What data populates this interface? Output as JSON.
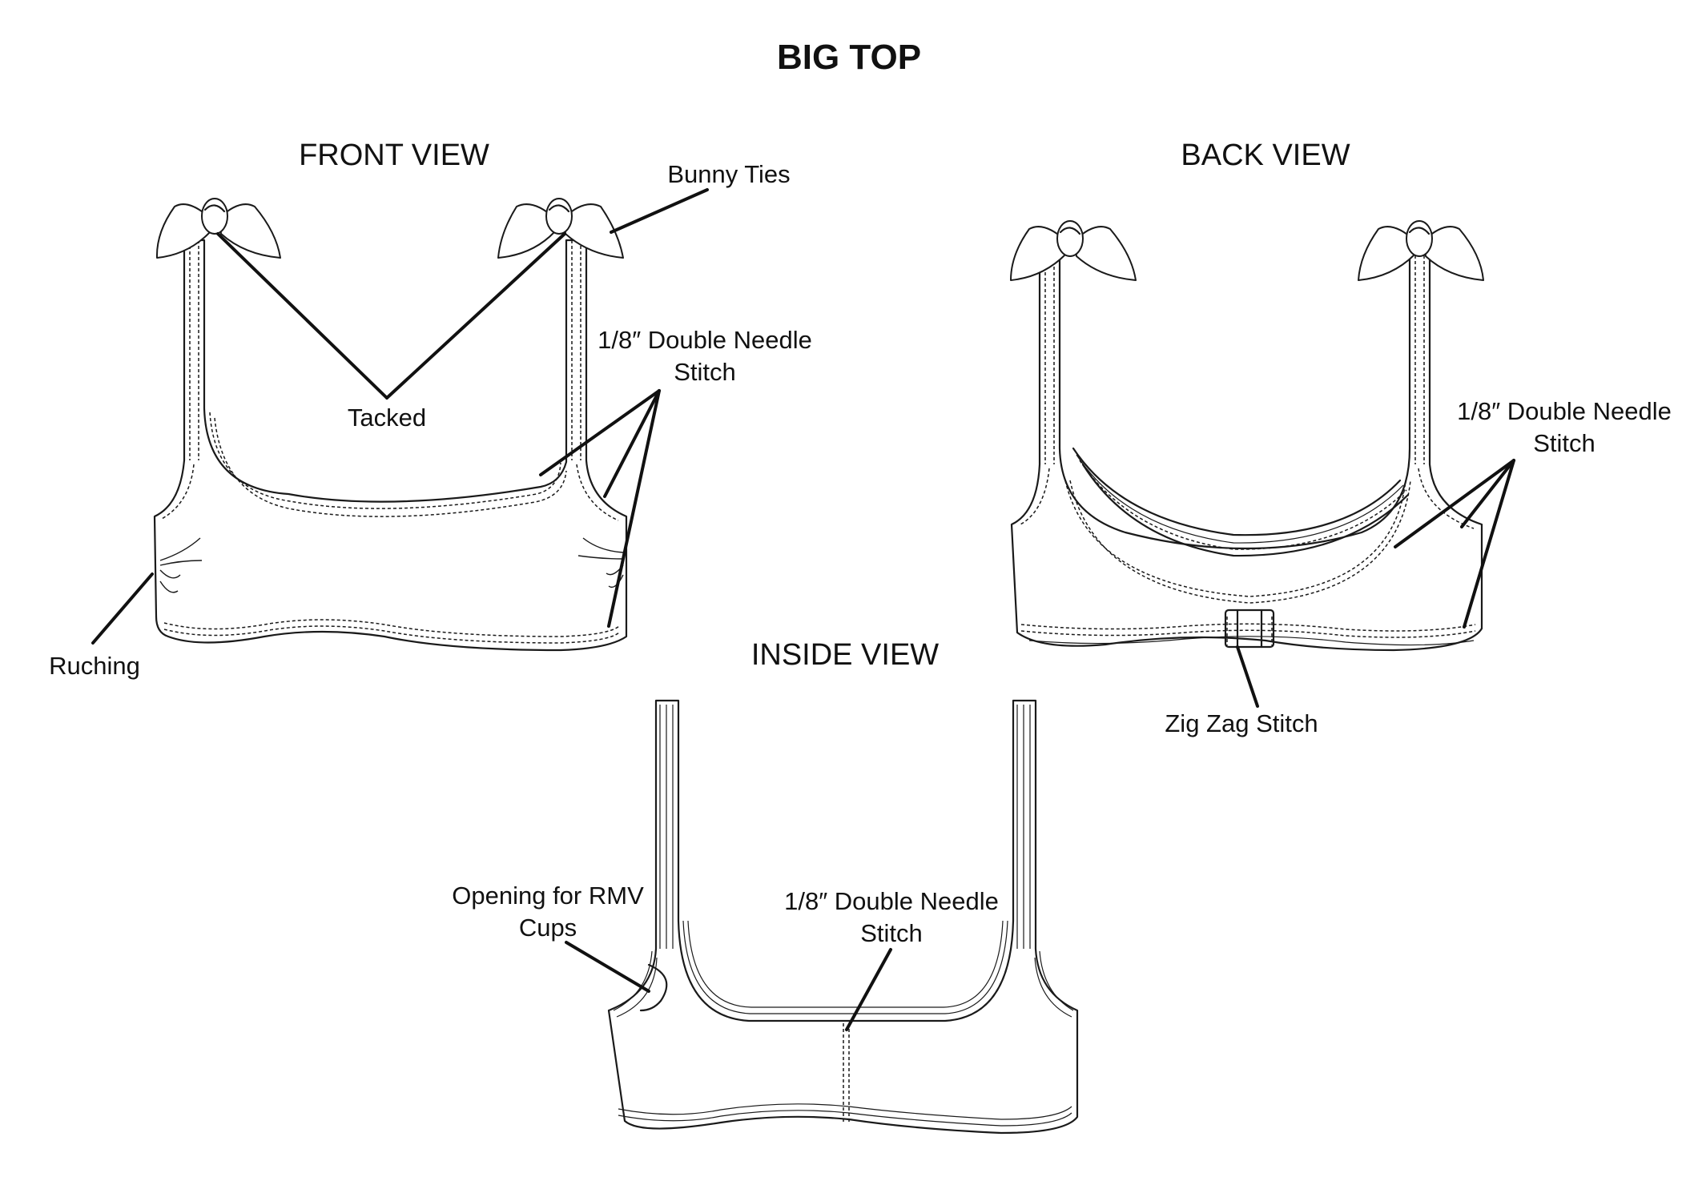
{
  "title": "BIG TOP",
  "views": {
    "front": "FRONT VIEW",
    "back": "BACK VIEW",
    "inside": "INSIDE VIEW"
  },
  "callouts": {
    "bunny_ties": "Bunny Ties",
    "tacked": "Tacked",
    "front_stitch_line1": "1/8″ Double Needle",
    "front_stitch_line2": "Stitch",
    "ruching": "Ruching",
    "back_stitch_line1": "1/8″ Double Needle",
    "back_stitch_line2": "Stitch",
    "zig_zag": "Zig Zag Stitch",
    "opening_line1": "Opening for RMV",
    "opening_line2": "Cups",
    "inside_stitch_line1": "1/8″ Double Needle",
    "inside_stitch_line2": "Stitch"
  }
}
